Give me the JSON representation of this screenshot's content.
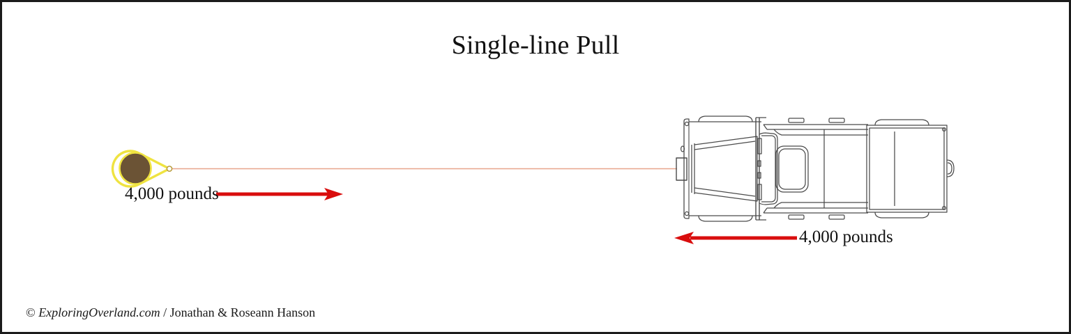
{
  "diagram": {
    "title": "Single-line Pull",
    "type": "winch-rigging-diagram"
  },
  "anchor": {
    "name": "tree-anchor",
    "strap_label": "tree-saver-strap",
    "fill_color": "#6b5335",
    "strap_color": "#efe341",
    "load_label": "4,000 pounds",
    "arrow_direction": "right",
    "arrow_color": "#d90d0d"
  },
  "winch_line": {
    "label": "winch-rope",
    "color": "#e8a48c",
    "configuration": "single-line"
  },
  "vehicle": {
    "name": "pickup-truck-top-view",
    "outline_color": "#4a4a4a",
    "load_label": "4,000 pounds",
    "arrow_direction": "left",
    "arrow_color": "#d90d0d"
  },
  "credit": {
    "symbol": "©",
    "site": "ExploringOverland.com",
    "separator": "/",
    "authors": "Jonathan & Roseann Hanson"
  },
  "chart_data": {
    "type": "diagram",
    "title": "Single-line Pull",
    "annotations": [
      {
        "label": "4,000 pounds",
        "at": "anchor",
        "direction": "right"
      },
      {
        "label": "4,000 pounds",
        "at": "vehicle",
        "direction": "left"
      }
    ],
    "description": "Top-view schematic showing a winch-equipped vehicle pulling on a single line to a tree anchor; load is 4,000 pounds at both ends."
  }
}
